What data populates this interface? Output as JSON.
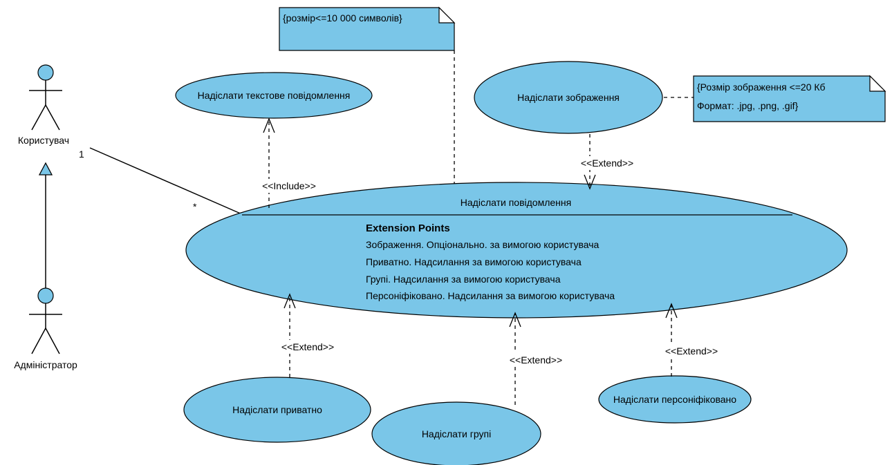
{
  "actors": {
    "user": "Користувач",
    "admin": "Адміністратор"
  },
  "association": {
    "mult_actor": "1",
    "mult_usecase": "*"
  },
  "notes": {
    "text_size": "{розмір<=10 000 символів}",
    "image_size_line1": "{Розмір зображення <=20 Кб",
    "image_size_line2": "Формат: .jpg,  .png, .gif}"
  },
  "use_cases": {
    "send_text": "Надіслати текстове повідомлення",
    "send_image": "Надіслати зображення",
    "send_message": "Надіслати повідомлення",
    "send_private": "Надіслати приватно",
    "send_group": "Надіслати групі",
    "send_persona": "Надіслати персоніфіковано"
  },
  "extension_points": {
    "heading": "Extension Points",
    "items": [
      "Зображення. Опціонально. за вимогою користувача",
      "Приватно. Надсилання за вимогою користувача",
      "Групі.  Надсилання за вимогою користувача",
      "Персоніфіковано.   Надсилання за вимогою користувача"
    ]
  },
  "stereotypes": {
    "include": "<<Include>>",
    "extend_image": "<<Extend>>",
    "extend_private": "<<Extend>>",
    "extend_group": "<<Extend>>",
    "extend_persona": "<<Extend>>"
  },
  "colors": {
    "shape_fill": "#7ac6e8",
    "outline": "#000000"
  }
}
